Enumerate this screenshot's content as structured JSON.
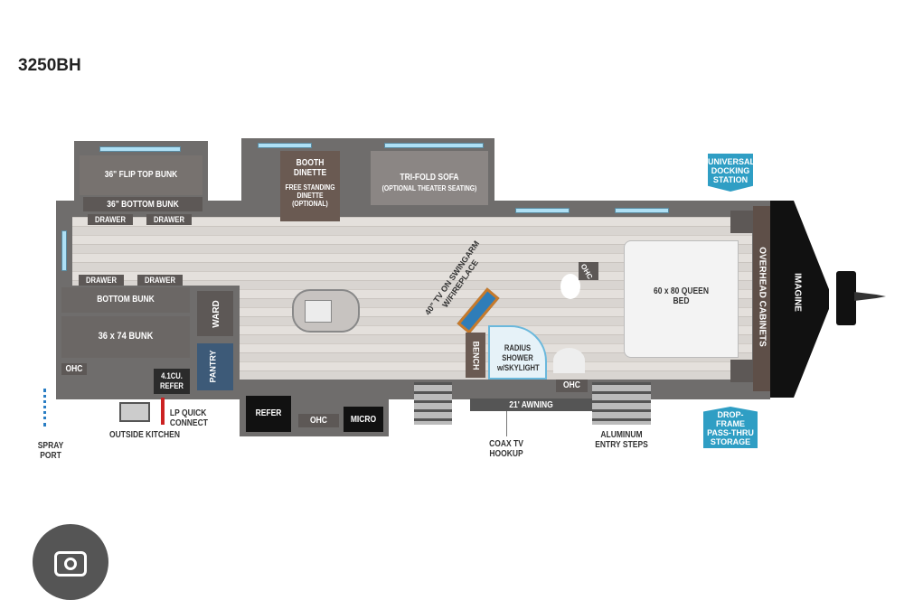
{
  "model": "3250BH",
  "labels": {
    "flip_top_bunk": "36\" FLIP TOP BUNK",
    "bottom_bunk_36": "36\" BOTTOM BUNK",
    "drawer": "DRAWER",
    "booth_dinette": "BOOTH DINETTE",
    "free_standing": "FREE STANDING DINETTE (OPTIONAL)",
    "tri_fold_sofa": "TRI-FOLD SOFA",
    "theater": "(OPTIONAL THEATER SEATING)",
    "bottom_bunk": "BOTTOM BUNK",
    "bunk_36x74": "36 x 74 BUNK",
    "ward": "WARD",
    "pantry": "PANTRY",
    "ohc": "OHC",
    "refer_41": "4.1CU. REFER",
    "lp": "LP QUICK CONNECT",
    "outside_kitchen": "OUTSIDE KITCHEN",
    "spray_port": "SPRAY PORT",
    "refer": "REFER",
    "micro": "MICRO",
    "tv": "40\" TV ON SWINGARM W/FIREPLACE",
    "bench": "BENCH",
    "shower": "RADIUS SHOWER w/SKYLIGHT",
    "awning": "21' AWNING",
    "coax": "COAX TV HOOKUP",
    "steps": "ALUMINUM ENTRY STEPS",
    "queen_bed": "60 x 80 QUEEN BED",
    "overhead_cabinets": "OVERHEAD CABINETS",
    "brand": "IMAGINE",
    "docking": "UNIVERSAL DOCKING STATION",
    "drop_frame": "DROP-FRAME PASS-THRU STORAGE"
  },
  "colors": {
    "badge": "#2f9ec4",
    "wall": "#6f6d6c"
  }
}
